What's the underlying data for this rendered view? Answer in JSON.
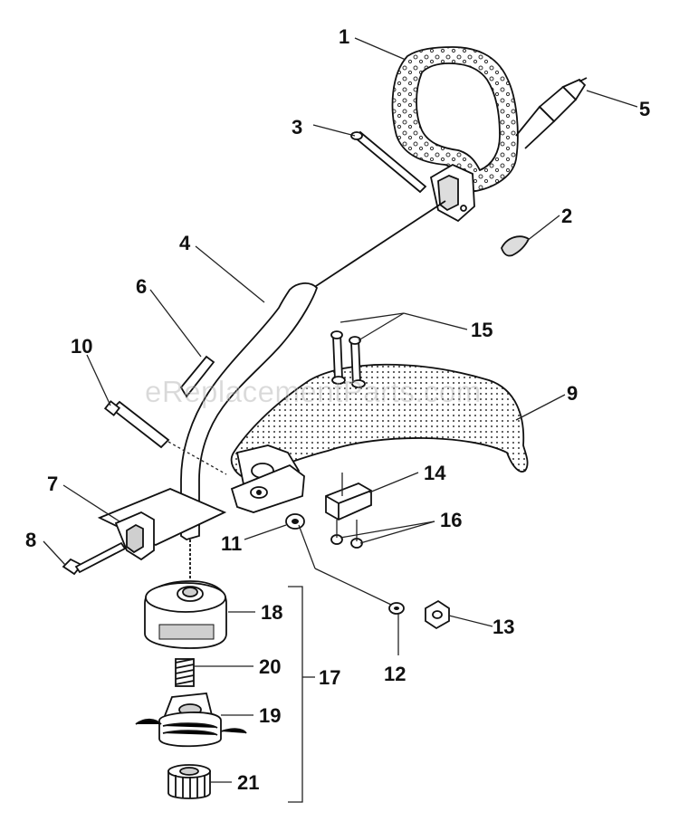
{
  "watermark": "eReplacementParts.com",
  "callouts": [
    {
      "id": "1",
      "label": "1"
    },
    {
      "id": "2",
      "label": "2"
    },
    {
      "id": "3",
      "label": "3"
    },
    {
      "id": "4",
      "label": "4"
    },
    {
      "id": "5",
      "label": "5"
    },
    {
      "id": "6",
      "label": "6"
    },
    {
      "id": "7",
      "label": "7"
    },
    {
      "id": "8",
      "label": "8"
    },
    {
      "id": "9",
      "label": "9"
    },
    {
      "id": "10",
      "label": "10"
    },
    {
      "id": "11",
      "label": "11"
    },
    {
      "id": "12",
      "label": "12"
    },
    {
      "id": "13",
      "label": "13"
    },
    {
      "id": "14",
      "label": "14"
    },
    {
      "id": "15",
      "label": "15"
    },
    {
      "id": "16",
      "label": "16"
    },
    {
      "id": "17",
      "label": "17"
    },
    {
      "id": "18",
      "label": "18"
    },
    {
      "id": "19",
      "label": "19"
    },
    {
      "id": "20",
      "label": "20"
    },
    {
      "id": "21",
      "label": "21"
    }
  ]
}
